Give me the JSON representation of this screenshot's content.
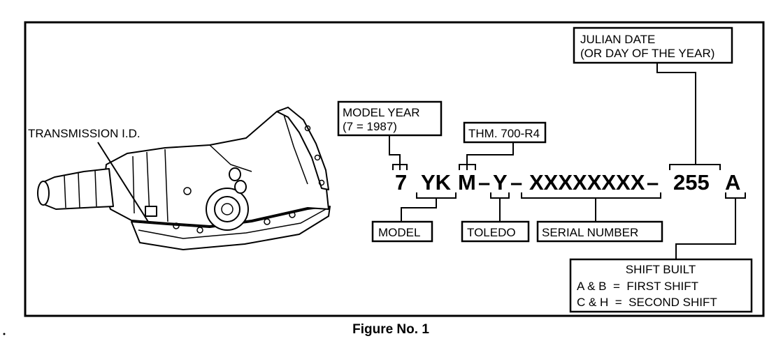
{
  "leader_label": "TRANSMISSION I.D.",
  "code_parts": {
    "year": "7",
    "model": "YK",
    "thm": "M",
    "dash1": "–",
    "plant": "Y",
    "dash2": "–",
    "serial": "XXXXXXXX",
    "dash3": "–",
    "julian": "255",
    "shift": "A"
  },
  "boxes": {
    "model_year": [
      "MODEL YEAR",
      "(7 = 1987)"
    ],
    "thm": "THM. 700-R4",
    "julian": [
      "JULIAN DATE",
      "(OR DAY OF THE YEAR)"
    ],
    "model": "MODEL",
    "toledo": "TOLEDO",
    "serial": "SERIAL NUMBER",
    "shift": [
      "SHIFT BUILT",
      "A & B  =  FIRST SHIFT",
      "C & H  =  SECOND SHIFT"
    ]
  },
  "caption": "Figure No. 1"
}
